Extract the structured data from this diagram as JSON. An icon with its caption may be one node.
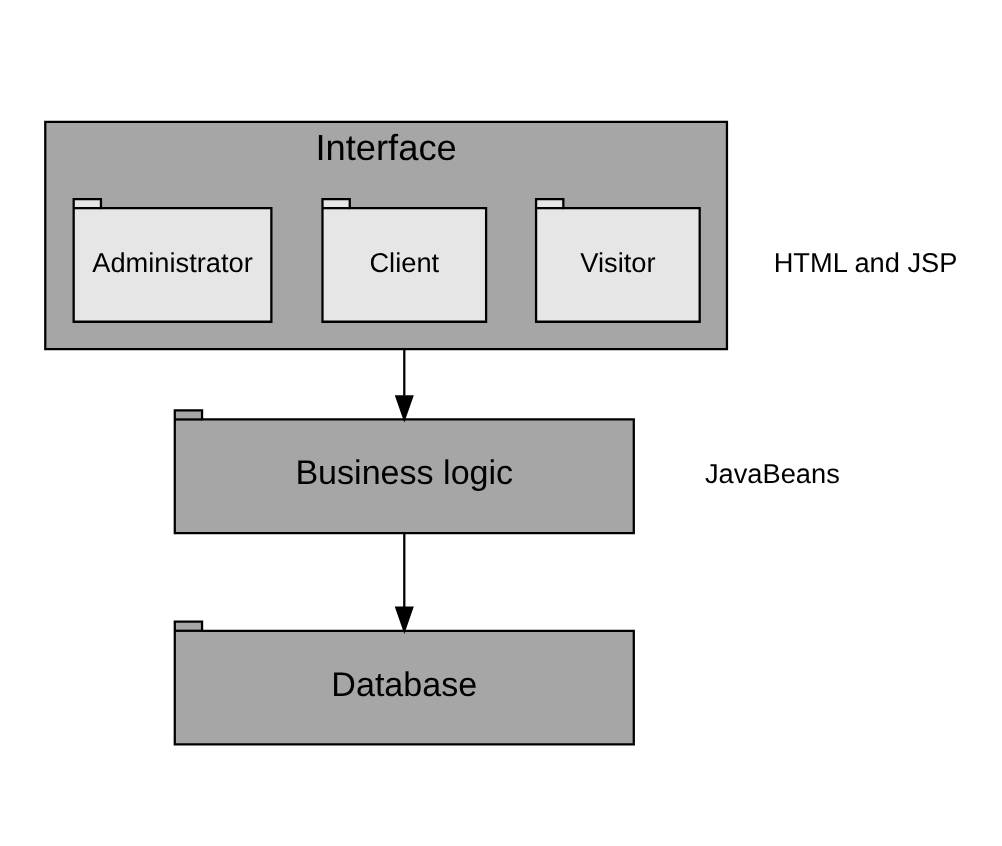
{
  "diagram": {
    "nodes": [
      {
        "text": [
          "Interface"
        ],
        "beside": [
          "HTML and JSP"
        ]
      },
      {
        "text": [
          "Administrator"
        ],
        "in": 0
      },
      {
        "text": [
          "Client"
        ],
        "in": 0
      },
      {
        "text": [
          "Visitor"
        ],
        "in": 0
      },
      {
        "text": [
          "Business logic"
        ],
        "beside": [
          "JavaBeans"
        ]
      },
      {
        "text": [
          "Database"
        ]
      }
    ],
    "edges": [
      {
        "from": 0,
        "to": 4,
        "arrow": "to"
      },
      {
        "from": 4,
        "to": 5,
        "arrow": "to"
      }
    ]
  }
}
